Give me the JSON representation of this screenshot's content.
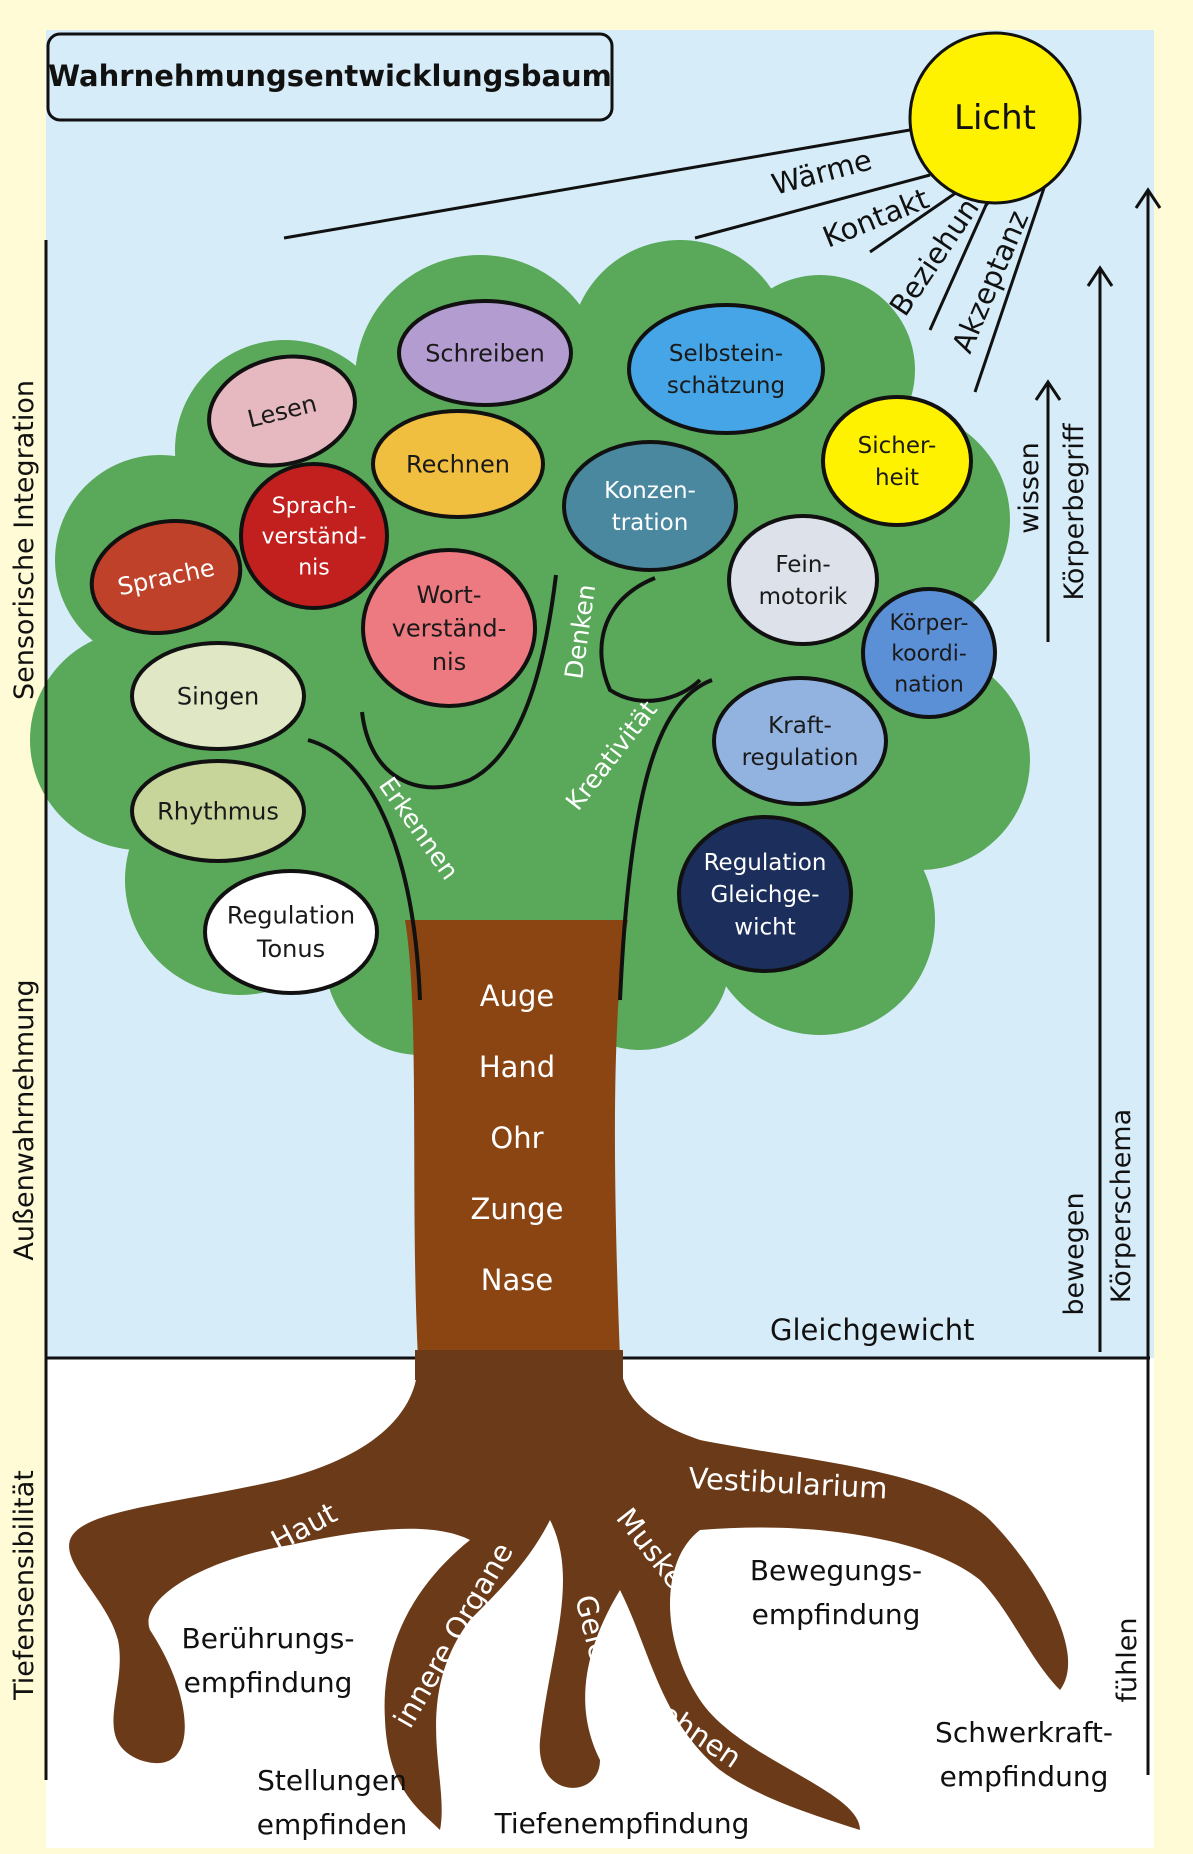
{
  "title": "Wahrnehmungsentwicklungsbaum",
  "sun": {
    "label": "Licht",
    "color": "#fff200"
  },
  "rays": [
    "Wärme",
    "Kontakt",
    "Beziehung",
    "Akzeptanz"
  ],
  "colors": {
    "sky": "#d6ecf8",
    "soil": "#ffffff",
    "crown": "#5aa85a",
    "trunk": "#8b4513",
    "roots": "#6b3a18",
    "page": "#fffbd6"
  },
  "crown_bubbles": [
    {
      "text": "Schreiben",
      "fill": "#b39ccf",
      "text_color": "#1a1a1a"
    },
    {
      "text": "Lesen",
      "fill": "#e6b8bf",
      "text_color": "#1a1a1a"
    },
    {
      "text": "Rechnen",
      "fill": "#f1bf3f",
      "text_color": "#1a1a1a"
    },
    {
      "text": "Sprach-|verständ-|nis",
      "fill": "#c2201f",
      "text_color": "#ffffff"
    },
    {
      "text": "Sprache",
      "fill": "#c0412a",
      "text_color": "#ffffff"
    },
    {
      "text": "Wort-|verständ-|nis",
      "fill": "#ec7a80",
      "text_color": "#1a1a1a"
    },
    {
      "text": "Singen",
      "fill": "#dfe7c4",
      "text_color": "#1a1a1a"
    },
    {
      "text": "Rhythmus",
      "fill": "#c7d49a",
      "text_color": "#1a1a1a"
    },
    {
      "text": "Regulation|Tonus",
      "fill": "#ffffff",
      "text_color": "#1a1a1a"
    },
    {
      "text": "Selbstein-|schätzung",
      "fill": "#45a5e6",
      "text_color": "#1a1a1a"
    },
    {
      "text": "Konzen-|tration",
      "fill": "#4a88a0",
      "text_color": "#ffffff"
    },
    {
      "text": "Sicher-|heit",
      "fill": "#fff200",
      "text_color": "#1a1a1a"
    },
    {
      "text": "Fein-|motorik",
      "fill": "#dde2ea",
      "text_color": "#1a1a1a"
    },
    {
      "text": "Körper-|koordi-|nation",
      "fill": "#5b8fd6",
      "text_color": "#1a1a1a"
    },
    {
      "text": "Kraft-|regulation",
      "fill": "#92b3e0",
      "text_color": "#1a1a1a"
    },
    {
      "text": "Regulation|Gleichge-|wicht",
      "fill": "#1c2f5c",
      "text_color": "#ffffff"
    }
  ],
  "branch_labels": [
    "Denken",
    "Erkennen",
    "Kreativität"
  ],
  "trunk_words": [
    "Auge",
    "Hand",
    "Ohr",
    "Zunge",
    "Nase"
  ],
  "ground_label": "Gleichgewicht",
  "root_labels": [
    "Haut",
    "innere Organe",
    "Gelenke",
    "Muskeln",
    "Sehnen",
    "Vestibularium"
  ],
  "under_labels": [
    "Berührungs-|empfindung",
    "Stellungen|empfinden",
    "Tiefenempfindung",
    "Bewegungs-|empfindung",
    "Schwerkraft-|empfindung"
  ],
  "left_axis": [
    "Sensorische Integration",
    "Außenwahrnehmung",
    "Tiefensensibilität"
  ],
  "right_axis": [
    "wissen",
    "Körperbegriff",
    "bewegen",
    "Körperschema",
    "fühlen"
  ]
}
